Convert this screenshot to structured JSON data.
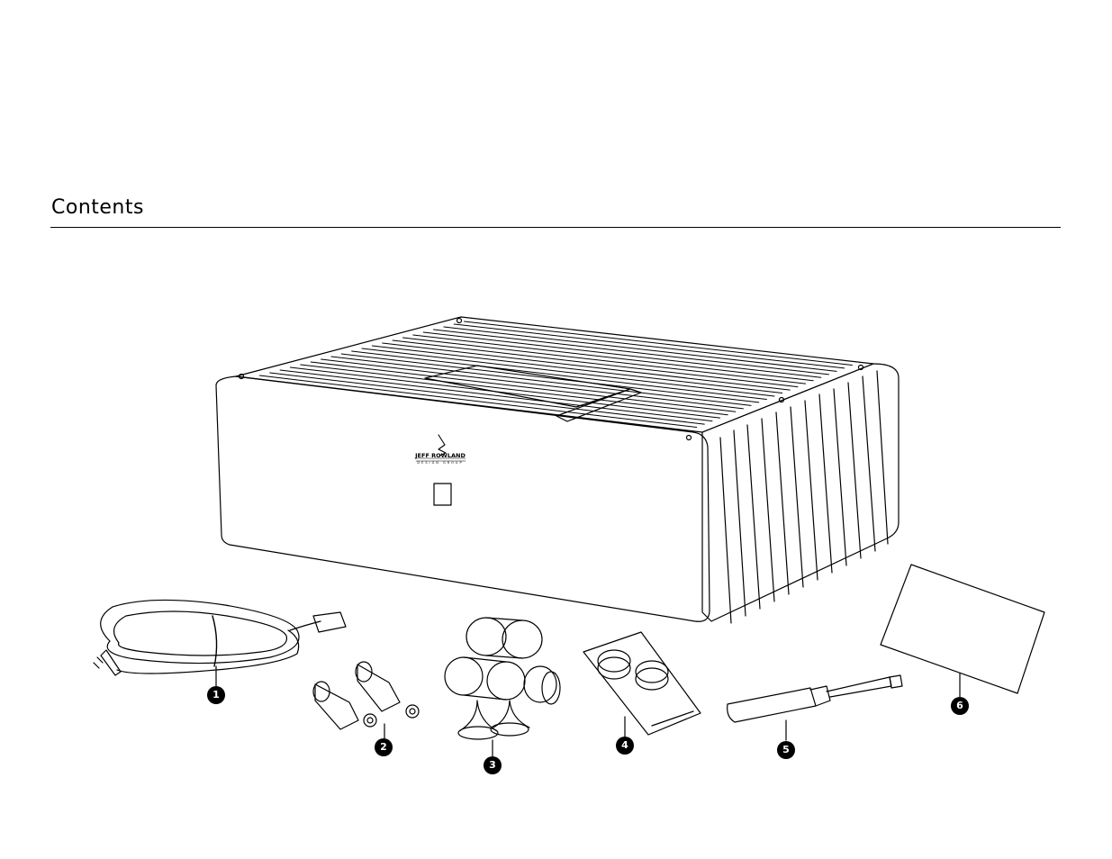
{
  "header": {
    "title": "Contents"
  },
  "product": {
    "brand_line1": "JEFF ROWLAND",
    "brand_line2": "DESIGN GROUP"
  },
  "callouts": [
    {
      "number": "1",
      "item": "power-cord"
    },
    {
      "number": "2",
      "item": "rca-connectors"
    },
    {
      "number": "3",
      "item": "isolation-feet-and-cones"
    },
    {
      "number": "4",
      "item": "adhesive-pads-packet"
    },
    {
      "number": "5",
      "item": "nut-driver"
    },
    {
      "number": "6",
      "item": "warranty-card"
    }
  ]
}
